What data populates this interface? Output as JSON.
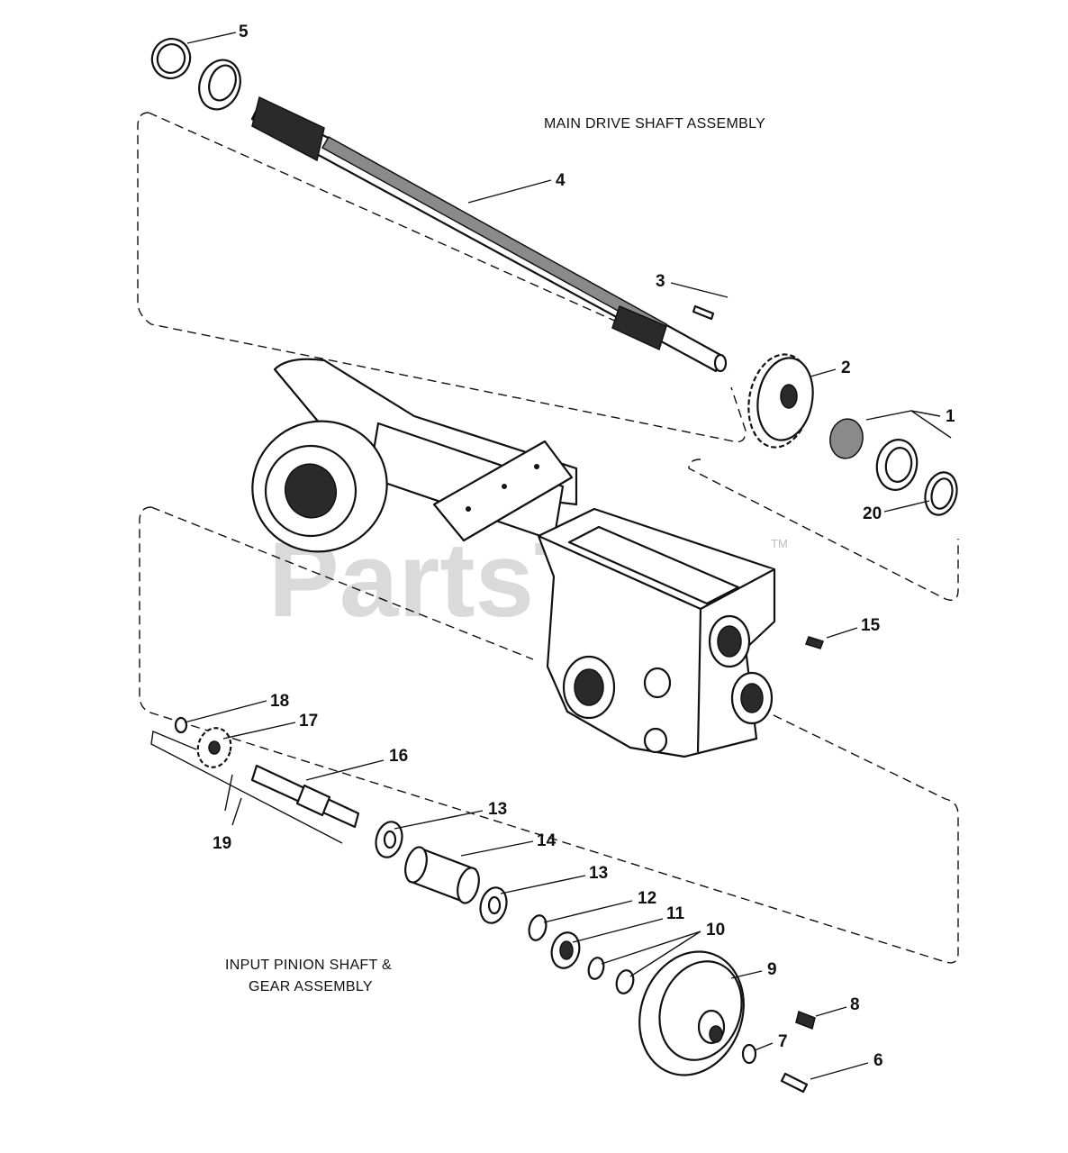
{
  "watermark": {
    "text": "PartsTree",
    "tm": "TM"
  },
  "titles": {
    "main_drive": "MAIN DRIVE SHAFT ASSEMBLY",
    "input_pinion_line1": "INPUT PINION SHAFT &",
    "input_pinion_line2": "GEAR ASSEMBLY"
  },
  "callouts": {
    "c1": "1",
    "c2": "2",
    "c3": "3",
    "c4": "4",
    "c5": "5",
    "c6": "6",
    "c7": "7",
    "c8": "8",
    "c9": "9",
    "c10": "10",
    "c11": "11",
    "c12": "12",
    "c13a": "13",
    "c13b": "13",
    "c14": "14",
    "c15": "15",
    "c16": "16",
    "c17": "17",
    "c18": "18",
    "c19": "19",
    "c20": "20"
  }
}
